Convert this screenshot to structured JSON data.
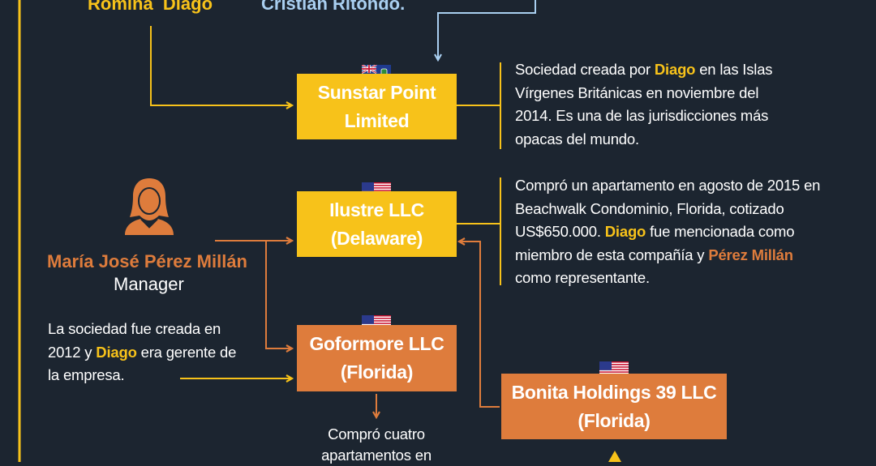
{
  "colors": {
    "background": "#1c2530",
    "yellow": "#f7c21a",
    "orange": "#de7c3c",
    "light_blue": "#a9cff0",
    "text": "#ffffff"
  },
  "top_people": {
    "left": "Romina  Diago",
    "right": "Cristian Ritondo."
  },
  "companies": {
    "sunstar": {
      "line1": "Sunstar Point",
      "line2": "Limited",
      "flag": "british-virgin-islands-flag-icon"
    },
    "ilustre": {
      "line1": "Ilustre LLC",
      "line2": "(Delaware)",
      "flag": "usa-flag-icon"
    },
    "goformore": {
      "line1": "Goformore LLC",
      "line2": "(Florida)",
      "flag": "usa-flag-icon"
    },
    "bonita": {
      "line1": "Bonita Holdings 39 LLC",
      "line2": "(Florida)",
      "flag": "usa-flag-icon"
    }
  },
  "person": {
    "icon": "woman-user-icon",
    "name": "María José Pérez Millán",
    "role": "Manager"
  },
  "descriptions": {
    "sunstar": {
      "p1": "Sociedad creada por ",
      "h1": "Diago",
      "p2": " en las Islas Vírgenes Británicas en noviembre del 2014. Es una de las jurisdicciones más opacas del mundo."
    },
    "ilustre": {
      "p1": "Compró un apartamento en agosto de 2015 en Beachwalk Condominio, Florida, cotizado US$650.000. ",
      "h1": "Diago",
      "p2": " fue mencionada como miembro de esta compañía y ",
      "h2": "Pérez Millán",
      "p3": " como representante."
    },
    "goformore": {
      "p1": "La sociedad fue creada en 2012 y ",
      "h1": "Diago",
      "p2": " era gerente de la empresa."
    },
    "bottom": {
      "line1": "Compró cuatro",
      "line2": "apartamentos en"
    }
  }
}
